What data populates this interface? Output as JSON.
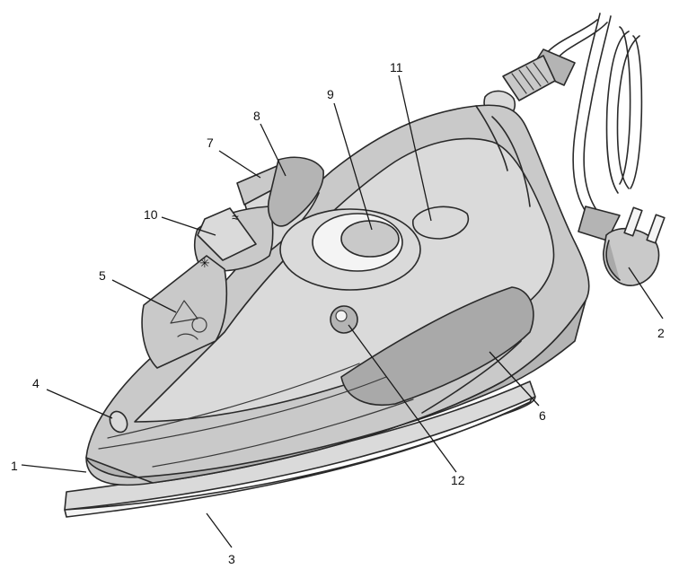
{
  "callouts": [
    {
      "id": "1",
      "label": "1"
    },
    {
      "id": "2",
      "label": "2"
    },
    {
      "id": "3",
      "label": "3"
    },
    {
      "id": "4",
      "label": "4"
    },
    {
      "id": "5",
      "label": "5"
    },
    {
      "id": "6",
      "label": "6"
    },
    {
      "id": "7",
      "label": "7"
    },
    {
      "id": "8",
      "label": "8"
    },
    {
      "id": "9",
      "label": "9"
    },
    {
      "id": "10",
      "label": "10"
    },
    {
      "id": "11",
      "label": "11"
    },
    {
      "id": "12",
      "label": "12"
    }
  ],
  "colors": {
    "line": "#2a2a2a",
    "body_shade": "#c9c9c9",
    "dark_shade": "#a9a9a9",
    "light_shade": "#dadada",
    "background": "#ffffff"
  }
}
